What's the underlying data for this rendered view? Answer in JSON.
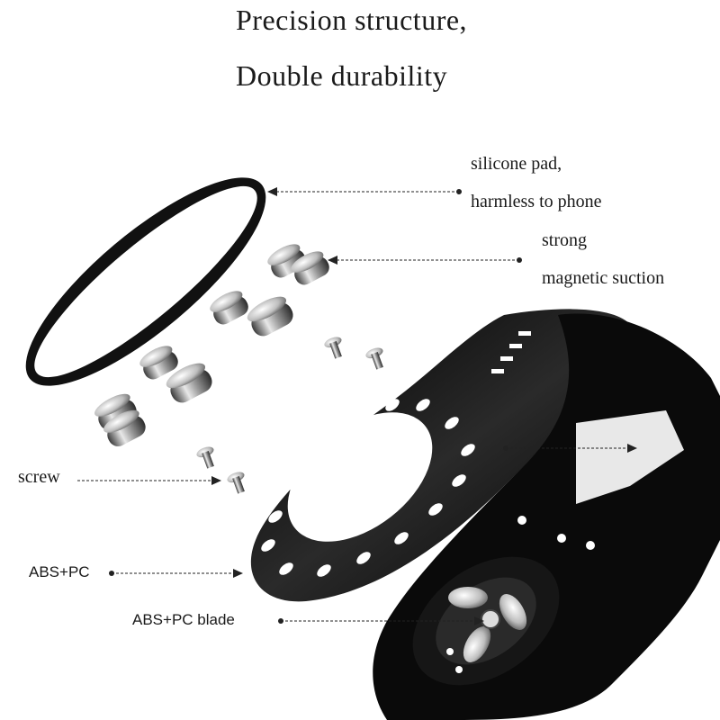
{
  "headline": {
    "line1": "Precision structure,",
    "line2": "Double durability"
  },
  "callouts": {
    "silicone_line1": "silicone pad,",
    "silicone_line2": "harmless to phone",
    "magnet_line1": "strong",
    "magnet_line2": "magnetic suction",
    "screw": "screw",
    "abs_pc": "ABS+PC",
    "blade": "ABS+PC blade"
  },
  "colors": {
    "background": "#ffffff",
    "product": "#0d0d0d",
    "metal": "#9a9a9a",
    "leader": "#222222"
  }
}
